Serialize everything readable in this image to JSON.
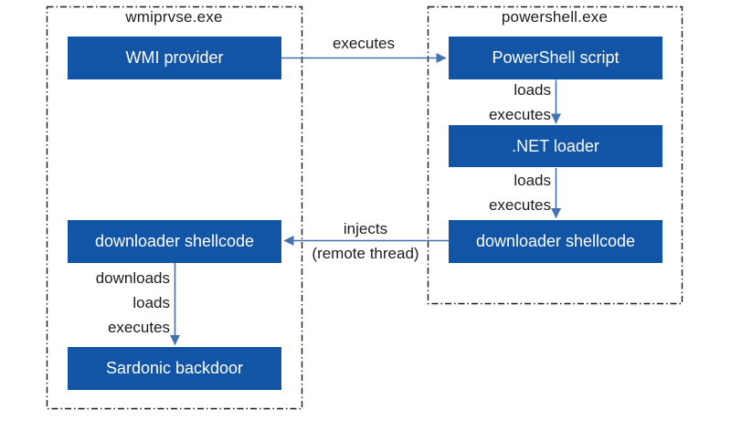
{
  "diagram": {
    "groups": [
      {
        "id": "wmiprvse",
        "title": "wmiprvse.exe"
      },
      {
        "id": "powershell",
        "title": "powershell.exe"
      }
    ],
    "boxes": [
      {
        "id": "wmi-provider",
        "label": "WMI provider",
        "group": "wmiprvse"
      },
      {
        "id": "powershell-script",
        "label": "PowerShell script",
        "group": "powershell"
      },
      {
        "id": "net-loader",
        "label": ".NET loader",
        "group": "powershell"
      },
      {
        "id": "downloader-shellcode-right",
        "label": "downloader shellcode",
        "group": "powershell"
      },
      {
        "id": "downloader-shellcode-left",
        "label": "downloader shellcode",
        "group": "wmiprvse"
      },
      {
        "id": "sardonic-backdoor",
        "label": "Sardonic backdoor",
        "group": "wmiprvse"
      }
    ],
    "edges": [
      {
        "from": "wmi-provider",
        "to": "powershell-script",
        "labels": [
          "executes"
        ]
      },
      {
        "from": "powershell-script",
        "to": "net-loader",
        "labels": [
          "loads",
          "executes"
        ]
      },
      {
        "from": "net-loader",
        "to": "downloader-shellcode-right",
        "labels": [
          "loads",
          "executes"
        ]
      },
      {
        "from": "downloader-shellcode-right",
        "to": "downloader-shellcode-left",
        "labels": [
          "injects",
          "(remote thread)"
        ]
      },
      {
        "from": "downloader-shellcode-left",
        "to": "sardonic-backdoor",
        "labels": [
          "downloads",
          "loads",
          "executes"
        ]
      }
    ],
    "colors": {
      "box_fill": "#1254a5",
      "box_text": "#ffffff",
      "arrow": "#4272b2",
      "container_border": "#1a1a1a",
      "label_text": "#1c1c1c",
      "background": "#ffffff"
    }
  }
}
